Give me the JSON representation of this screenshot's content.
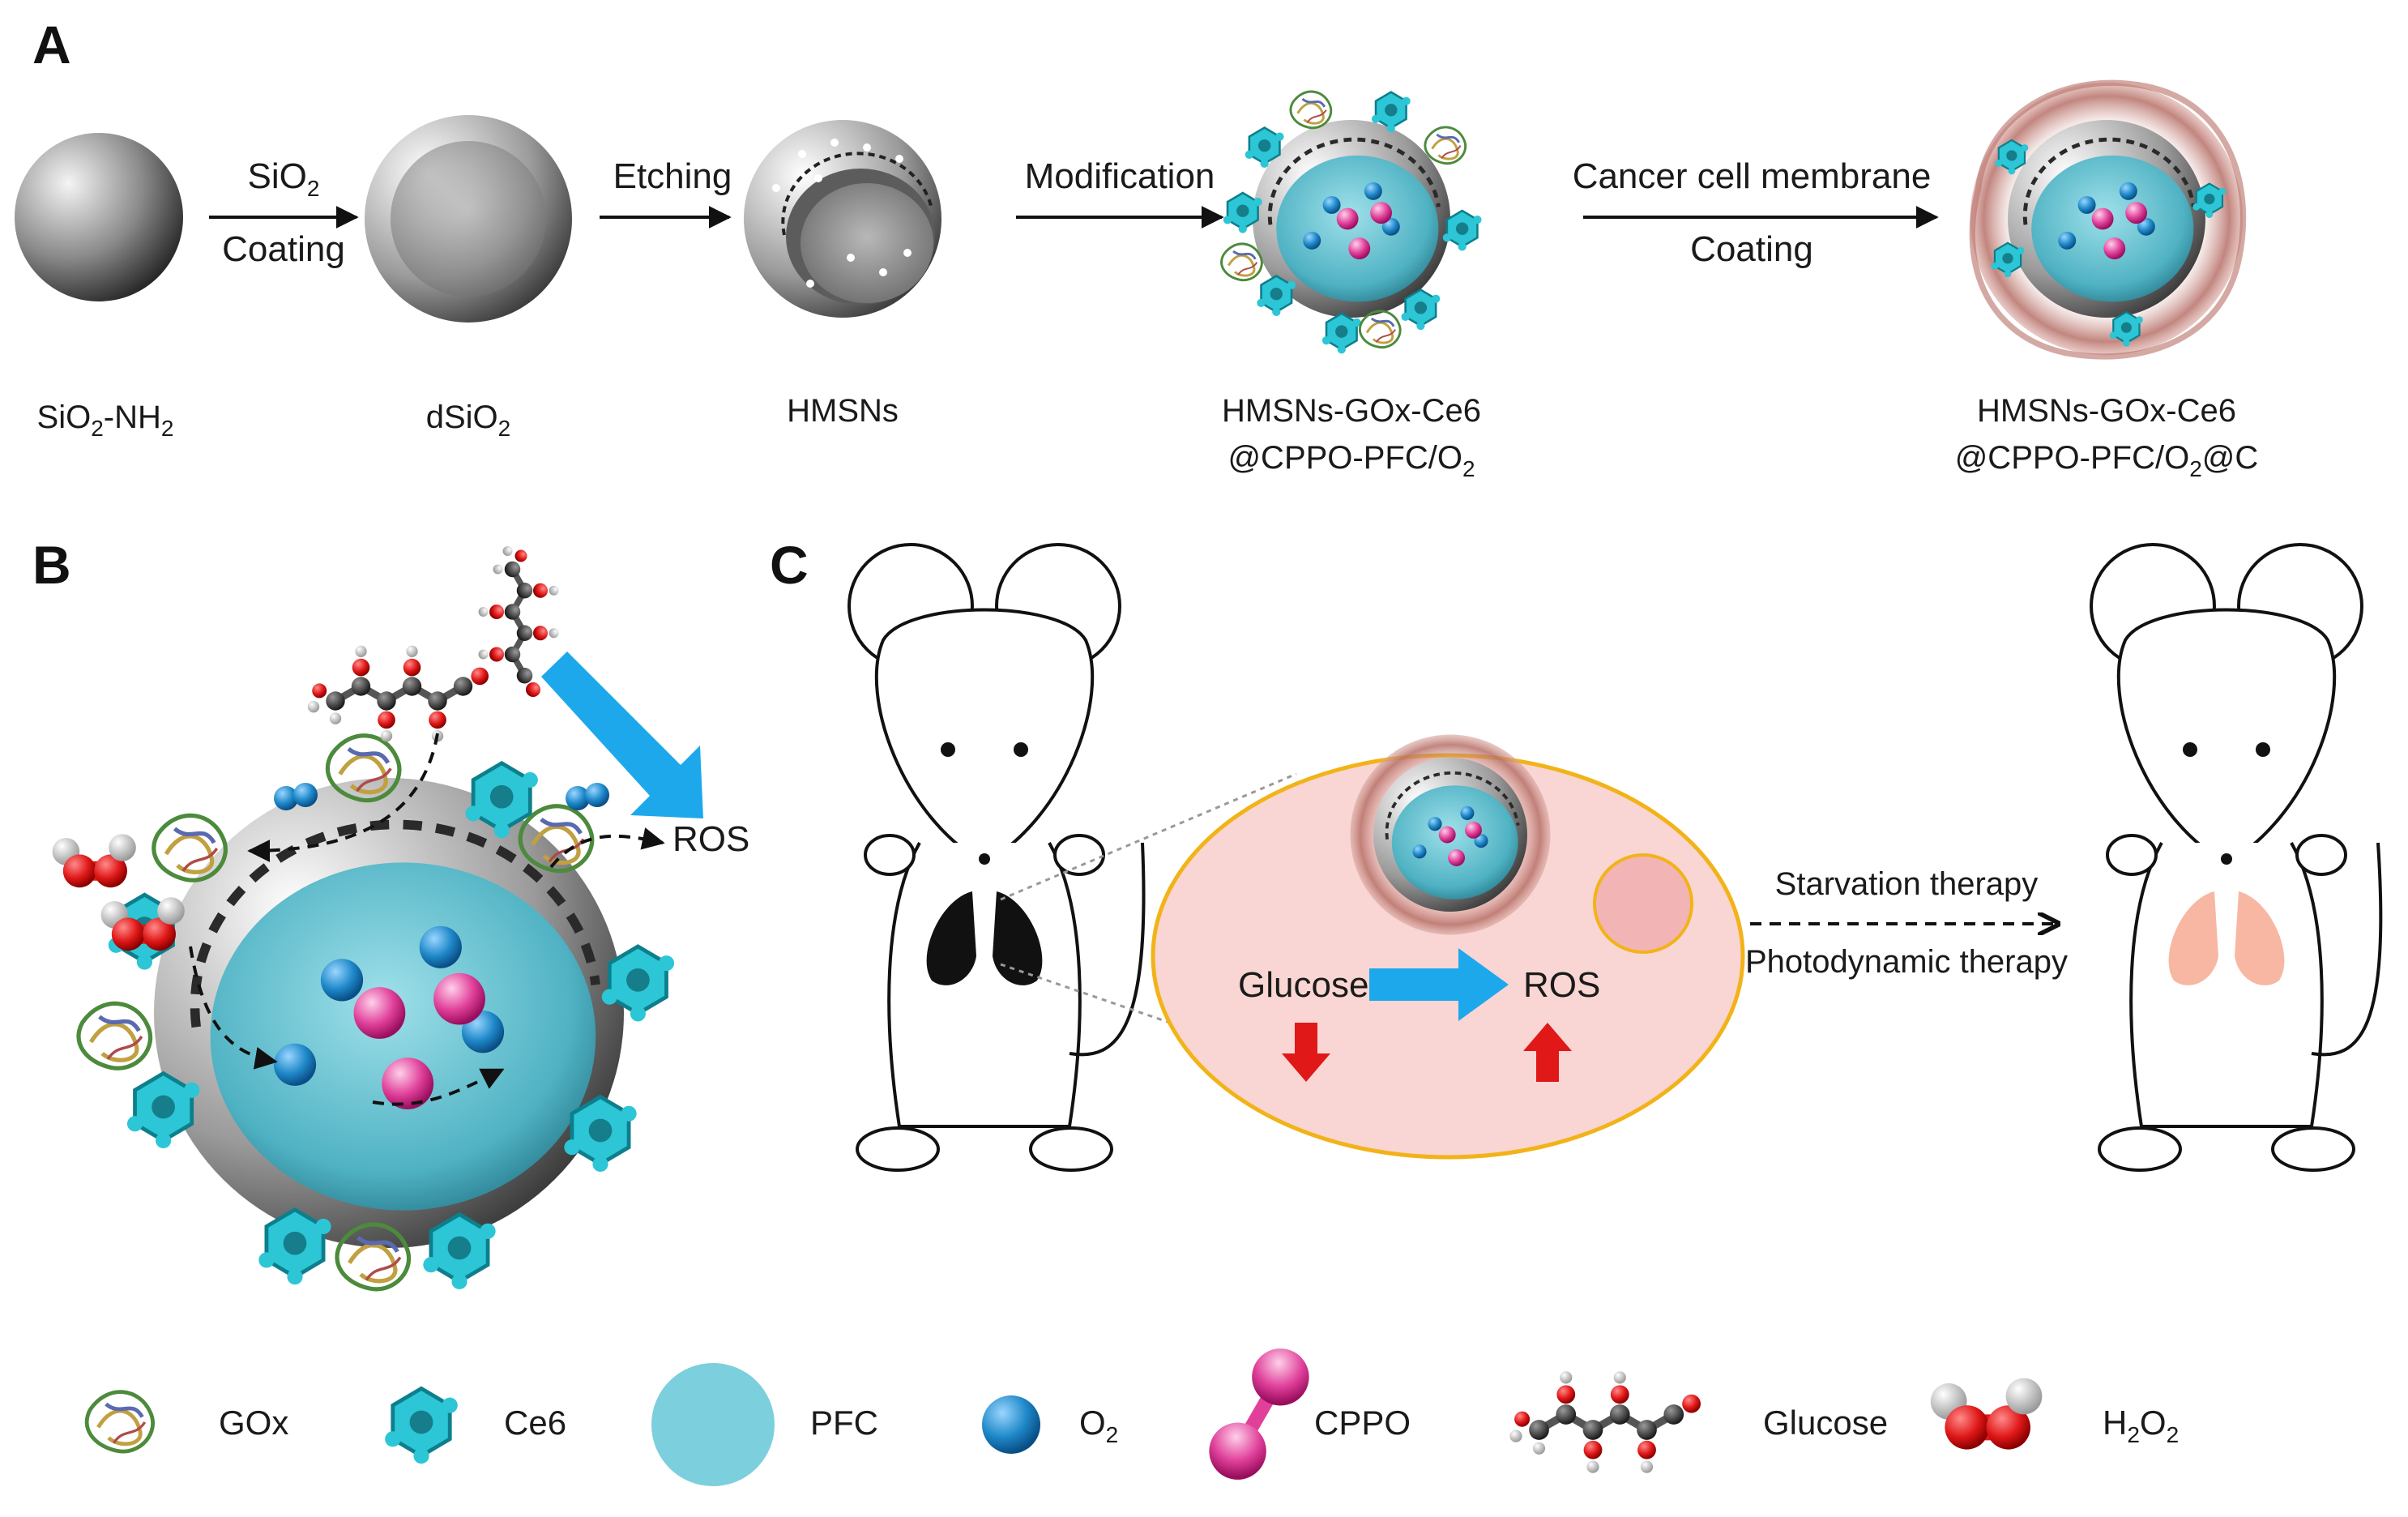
{
  "panels": {
    "a": "A",
    "b": "B",
    "c": "C"
  },
  "panel_a": {
    "steps": [
      {
        "top": "SiO",
        "top_sub": "2",
        "bottom": "Coating"
      },
      {
        "top": "Etching"
      },
      {
        "top": "Modification"
      },
      {
        "top": "Cancer cell membrane",
        "bottom": "Coating"
      }
    ],
    "particles": [
      {
        "name": "SiO",
        "sub": "2",
        "rest": "-NH",
        "sub2": "2"
      },
      {
        "name": "dSiO",
        "sub": "2"
      },
      {
        "name": "HMSNs"
      },
      {
        "line1": "HMSNs-GOx-Ce6",
        "line2": "@CPPO-PFC/O",
        "line2_sub": "2"
      },
      {
        "line1": "HMSNs-GOx-Ce6",
        "line2": "@CPPO-PFC/O",
        "line2_sub": "2",
        "line2_tail": "@C"
      }
    ]
  },
  "panel_b": {
    "ros": "ROS"
  },
  "panel_c": {
    "glucose": "Glucose",
    "ros": "ROS",
    "therapy1": "Starvation therapy",
    "therapy2": "Photodynamic therapy"
  },
  "legend": [
    {
      "icon": "gox-icon",
      "label": "GOx"
    },
    {
      "icon": "ce6-icon",
      "label": "Ce6"
    },
    {
      "icon": "pfc-icon",
      "label": "PFC"
    },
    {
      "icon": "o2-icon",
      "label": "O",
      "sub": "2"
    },
    {
      "icon": "cppo-icon",
      "label": "CPPO"
    },
    {
      "icon": "glucose-icon",
      "label": "Glucose"
    },
    {
      "icon": "h2o2-icon",
      "label": "H",
      "sub": "2",
      "label2": "O",
      "sub2": "2"
    }
  ],
  "colors": {
    "pfc": "#7ccfdc",
    "o2": "#1e88c8",
    "cppo": "#e0409a",
    "ce6": "#2cc6d6",
    "h2o2": "#e01818",
    "flow_arrow": "#1ea8ec",
    "lesion_fill": "#f9d6d3",
    "lesion_border": "#f2b319",
    "healed_lung": "#f7b7a3"
  }
}
